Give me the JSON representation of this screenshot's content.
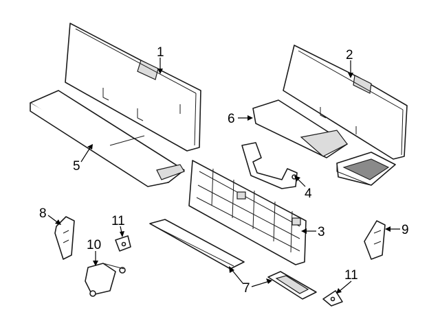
{
  "callouts": [
    {
      "key": "c1",
      "label": "1"
    },
    {
      "key": "c2",
      "label": "2"
    },
    {
      "key": "c3",
      "label": "3"
    },
    {
      "key": "c4",
      "label": "4"
    },
    {
      "key": "c5",
      "label": "5"
    },
    {
      "key": "c6",
      "label": "6"
    },
    {
      "key": "c7",
      "label": "7"
    },
    {
      "key": "c8",
      "label": "8"
    },
    {
      "key": "c9",
      "label": "9"
    },
    {
      "key": "c10",
      "label": "10"
    },
    {
      "key": "c11a",
      "label": "11"
    },
    {
      "key": "c11b",
      "label": "11"
    }
  ]
}
